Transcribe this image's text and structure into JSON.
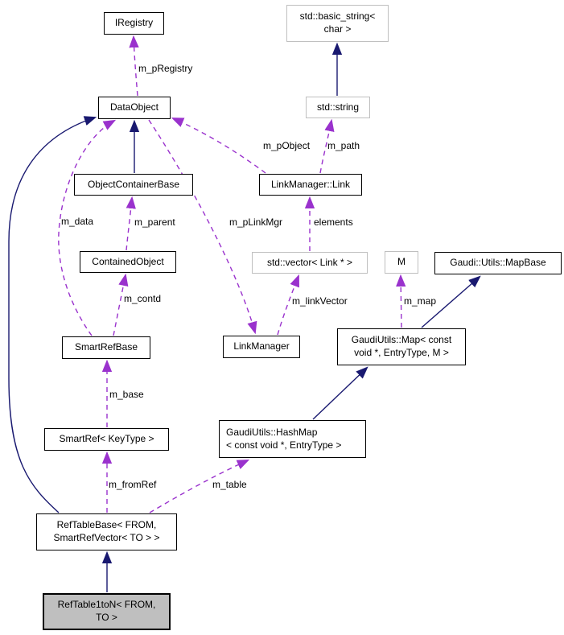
{
  "diagram": {
    "type": "class-collaboration-graph",
    "colors": {
      "inheritance_arrow": "#191970",
      "usage_arrow": "#9a32cd",
      "node_border": "#000000",
      "external_node_border": "#bfbfbf",
      "current_node_fill": "#bfbfbf",
      "background": "#ffffff"
    },
    "nodes": [
      {
        "id": "iregistry",
        "label": "IRegistry"
      },
      {
        "id": "basic-string",
        "label": "std::basic_string<\nchar >"
      },
      {
        "id": "dataobject",
        "label": "DataObject"
      },
      {
        "id": "std-string",
        "label": "std::string"
      },
      {
        "id": "objectcontainerbase",
        "label": "ObjectContainerBase"
      },
      {
        "id": "linkmanager-link",
        "label": "LinkManager::Link"
      },
      {
        "id": "containedobject",
        "label": "ContainedObject"
      },
      {
        "id": "std-vector-link",
        "label": "std::vector< Link * >"
      },
      {
        "id": "m",
        "label": "M"
      },
      {
        "id": "mapbase",
        "label": "Gaudi::Utils::MapBase"
      },
      {
        "id": "smartrefbase",
        "label": "SmartRefBase"
      },
      {
        "id": "linkmanager",
        "label": "LinkManager"
      },
      {
        "id": "gaudiutils-map",
        "label": "GaudiUtils::Map< const\nvoid *, EntryType, M >"
      },
      {
        "id": "smartref",
        "label": "SmartRef< KeyType >"
      },
      {
        "id": "gaudiutils-hashmap",
        "label": "GaudiUtils::HashMap\n< const void *, EntryType >"
      },
      {
        "id": "reftablebase",
        "label": "RefTableBase< FROM,\nSmartRefVector< TO > >"
      },
      {
        "id": "reftable1ton",
        "label": "RefTable1toN< FROM,\nTO >"
      }
    ],
    "edges": [
      {
        "type": "inheritance",
        "from": "std-string",
        "to": "basic-string",
        "label": ""
      },
      {
        "type": "inheritance",
        "from": "objectcontainerbase",
        "to": "dataobject",
        "label": ""
      },
      {
        "type": "inheritance",
        "from": "reftable1ton",
        "to": "reftablebase",
        "label": ""
      },
      {
        "type": "inheritance",
        "from": "gaudiutils-hashmap",
        "to": "gaudiutils-map",
        "label": ""
      },
      {
        "type": "inheritance",
        "from": "gaudiutils-map",
        "to": "mapbase",
        "label": ""
      },
      {
        "type": "inheritance",
        "from": "reftablebase",
        "to": "dataobject",
        "label": ""
      },
      {
        "type": "usage",
        "from": "dataobject",
        "to": "iregistry",
        "label": "m_pRegistry"
      },
      {
        "type": "usage",
        "from": "linkmanager-link",
        "to": "dataobject",
        "label": "m_pObject"
      },
      {
        "type": "usage",
        "from": "linkmanager-link",
        "to": "std-string",
        "label": "m_path"
      },
      {
        "type": "usage",
        "from": "smartrefbase",
        "to": "dataobject",
        "label": "m_data"
      },
      {
        "type": "usage",
        "from": "containedobject",
        "to": "objectcontainerbase",
        "label": "m_parent"
      },
      {
        "type": "usage",
        "from": "dataobject",
        "to": "linkmanager",
        "label": "m_pLinkMgr"
      },
      {
        "type": "usage",
        "from": "std-vector-link",
        "to": "linkmanager-link",
        "label": "elements"
      },
      {
        "type": "usage",
        "from": "smartrefbase",
        "to": "containedobject",
        "label": "m_contd"
      },
      {
        "type": "usage",
        "from": "linkmanager",
        "to": "std-vector-link",
        "label": "m_linkVector"
      },
      {
        "type": "usage",
        "from": "gaudiutils-map",
        "to": "m",
        "label": "m_map"
      },
      {
        "type": "usage",
        "from": "smartref",
        "to": "smartrefbase",
        "label": "m_base"
      },
      {
        "type": "usage",
        "from": "reftablebase",
        "to": "smartref",
        "label": "m_fromRef"
      },
      {
        "type": "usage",
        "from": "reftablebase",
        "to": "gaudiutils-hashmap",
        "label": "m_table"
      }
    ]
  }
}
